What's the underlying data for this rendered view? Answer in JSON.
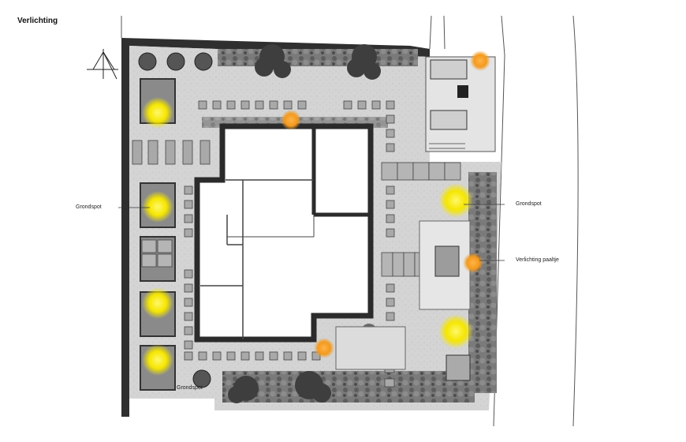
{
  "title": "Verlichting",
  "labels": {
    "grondspot_left": "Grondspot",
    "grondspot_right": "Grondspot",
    "verlichting_paaltje": "Verlichting paaltje",
    "grondspot_bottom": "Grondspot"
  },
  "colors": {
    "ground_spot": "#f5e600",
    "post_light": "#f39a1e",
    "wall": "#2f2f2f",
    "paving": "#d9d9d9",
    "planting": "#6f6f6f",
    "background": "#ffffff"
  },
  "legend_icons": [
    "north-arrow-icon"
  ]
}
